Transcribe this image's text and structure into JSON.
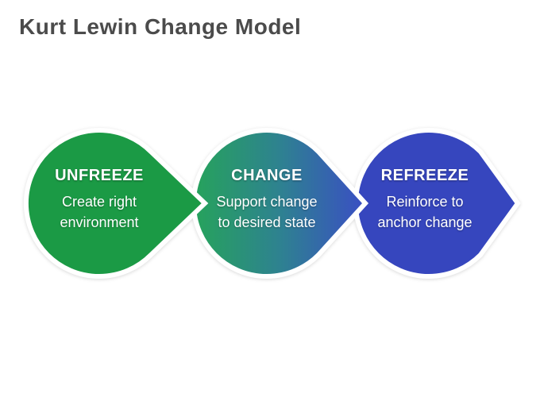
{
  "title": "Kurt Lewin Change Model",
  "title_color": "#4b4b4b",
  "diagram": {
    "type": "process-flow",
    "direction": "left-to-right",
    "text_color": "#ffffff",
    "separator_color": "#ffffff",
    "stages": [
      {
        "id": "unfreeze",
        "heading": "UNFREEZE",
        "line1": "Create right",
        "line2": "environment",
        "color": "#1b9a45"
      },
      {
        "id": "change",
        "heading": "CHANGE",
        "line1": "Support change",
        "line2": "to desired state",
        "color_start": "#26a35b",
        "color_mid": "#2e8290",
        "color_end": "#3a4ec4"
      },
      {
        "id": "refreeze",
        "heading": "REFREEZE",
        "line1": "Reinforce to",
        "line2": "anchor change",
        "color": "#3646be"
      }
    ]
  }
}
